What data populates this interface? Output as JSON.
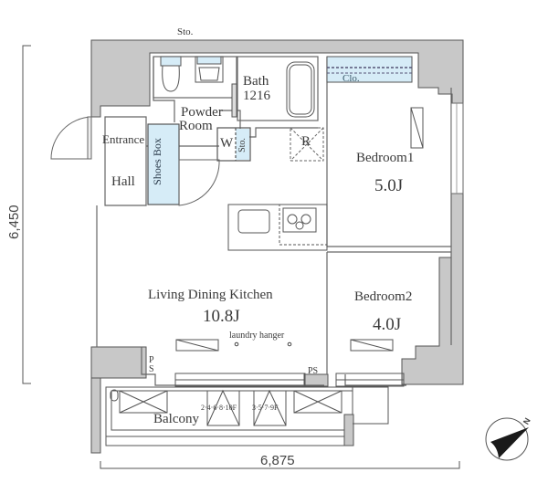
{
  "floor_plan": {
    "dimensions": {
      "height": "6,450",
      "width": "6,875"
    },
    "rooms": {
      "entrance": "Entrance",
      "hall": "Hall",
      "shoes_box": "Shoes Box",
      "powder_room": [
        "Powder",
        "Room"
      ],
      "bath": [
        "Bath",
        "1216"
      ],
      "washer": "W",
      "storage_small": "Sto.",
      "toilet_storage": "Sto.",
      "refrigerator": "R",
      "bedroom1": {
        "name": "Bedroom1",
        "size": "5.0J"
      },
      "closet": "Clo.",
      "bedroom2": {
        "name": "Bedroom2",
        "size": "4.0J"
      },
      "ldk": {
        "name": "Living Dining Kitchen",
        "size": "10.8J"
      },
      "laundry_hanger": "laundry hanger",
      "ps_left": [
        "P",
        "S"
      ],
      "ps_right": "PS",
      "balcony": "Balcony",
      "evac_floors_a": "2·4·6·8·10F",
      "evac_floors_b": "3·5·7·9F"
    },
    "compass": {
      "label": "N"
    },
    "colors": {
      "wall": "#c8c8c8",
      "storage_fill": "#d6ecf7",
      "line": "#555555"
    }
  }
}
